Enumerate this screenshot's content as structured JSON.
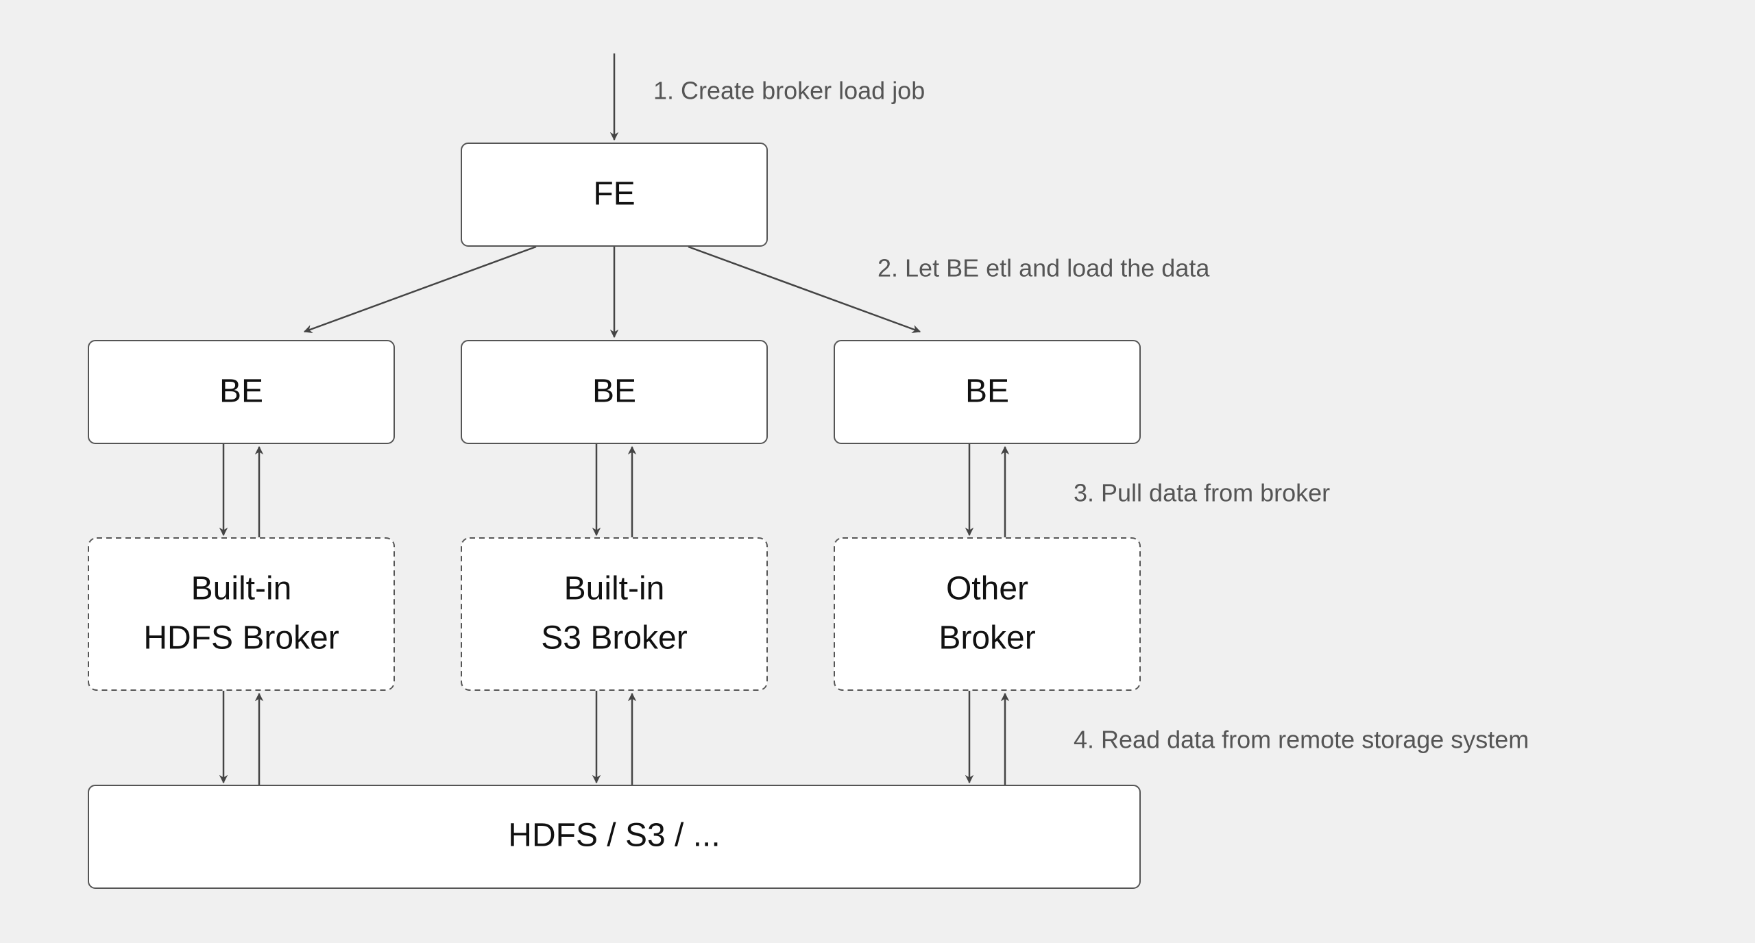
{
  "nodes": {
    "fe": "FE",
    "be_1": "BE",
    "be_2": "BE",
    "be_3": "BE",
    "broker_hdfs": [
      "Built-in",
      "HDFS Broker"
    ],
    "broker_s3": [
      "Built-in",
      "S3 Broker"
    ],
    "broker_other": [
      "Other",
      "Broker"
    ],
    "storage": "HDFS / S3 / ..."
  },
  "steps": {
    "step1": "1. Create broker load job",
    "step2": "2. Let BE etl and load the data",
    "step3": "3. Pull data from broker",
    "step4": "4. Read data from remote storage system"
  },
  "colors": {
    "background": "#f0f0f0",
    "node_fill": "#ffffff",
    "node_stroke": "#555555",
    "arrow": "#444444",
    "step_text": "#555555"
  }
}
